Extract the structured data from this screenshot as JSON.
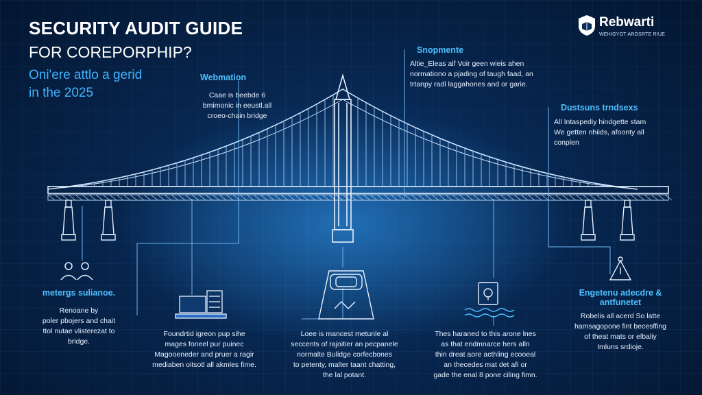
{
  "header": {
    "title": "SECURITY AUDIT GUIDE",
    "subtitle": "FOR COREPORPHIP?",
    "tagline_line1": "Oni'ere attlo a gerid",
    "tagline_line2": "in the 2025"
  },
  "brand": {
    "name": "Rebwarti",
    "sub": "WEHIGYOT AROSRTE RIUE",
    "logo_icon": "shield-book-icon"
  },
  "callouts": {
    "top_left": {
      "heading": "Webmation",
      "lines": [
        "Caae is beebde 6",
        "bmimonic in eeustl.all",
        "croeo-chain bridge"
      ]
    },
    "top_center": {
      "heading": "Snopmente",
      "lines": [
        "Altie_Eleas alf Voir geen wieis ahen",
        "normationo a pjading of taugh faad, an",
        "trtanpy radl laggahones and or garie."
      ]
    },
    "top_right": {
      "heading": "Dustsuns trndsexs",
      "lines": [
        "All Intaspediy hindgette stam",
        "We getten nhiids, afoonty all",
        "conplen"
      ]
    },
    "bottom_1": {
      "heading": "metergs sulianoe.",
      "lines": [
        "Renoane by",
        "poler pbojers and chait",
        "ttol nutae vlisterezat to",
        "bridge."
      ],
      "icon": "people-icon"
    },
    "bottom_2": {
      "lines": [
        "Foundrtid igreon pup sihe",
        "mages foneel pur puinec",
        "Magooeneder and pruer a ragir",
        "mediaben oitsotl all akmles fime."
      ],
      "icon": "server-computer-icon"
    },
    "bottom_3": {
      "lines": [
        "Loee is mancest metunle al",
        "seccents of rajoitier an pecpanele",
        "normalte Bulidge corfecbones",
        "to petenty, malter taant chatting,",
        "the lal potant."
      ],
      "icon": "vault-safe-icon"
    },
    "bottom_4": {
      "lines": [
        "Thes haraned to this arone lnes",
        "as that endmnarce hers alln",
        "thin dreat aore acthling ecooeal",
        "an thecedes mat det afi or",
        "gade the enal 8 pone ciling fimn."
      ],
      "icon": "lightbulb-water-icon"
    },
    "bottom_5": {
      "heading_line1": "Engetenu adecdre &",
      "heading_line2": "antfunetet",
      "lines": [
        "Robelis all acerd So latte",
        "hamsagopone fint becesffing",
        "of theat mats or elbaliy",
        "Imluns srdioje."
      ],
      "icon": "warning-triangle-icon"
    }
  }
}
